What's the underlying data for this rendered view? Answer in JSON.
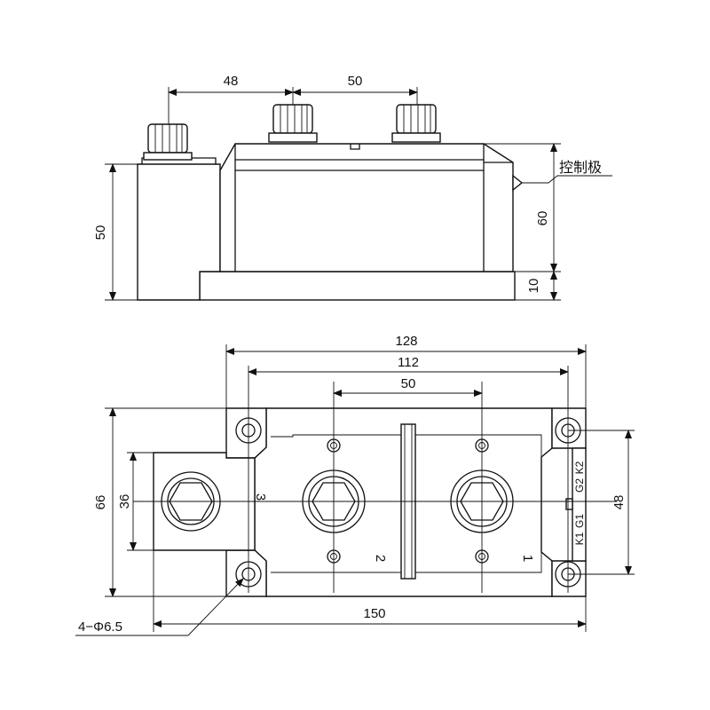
{
  "side_view": {
    "dim_48": "48",
    "dim_50_top": "50",
    "dim_50_left": "50",
    "dim_60": "60",
    "dim_10": "10",
    "gate_label": "控制极"
  },
  "top_view": {
    "dim_128": "128",
    "dim_112": "112",
    "dim_50": "50",
    "dim_66": "66",
    "dim_36": "36",
    "dim_48": "48",
    "dim_150": "150",
    "hole_label": "4−Φ6.5",
    "terminal_3": "3",
    "terminal_2": "2",
    "terminal_1": "1",
    "pin_k2": "K2",
    "pin_g2": "G2",
    "pin_g1": "G1",
    "pin_k1": "K1"
  }
}
